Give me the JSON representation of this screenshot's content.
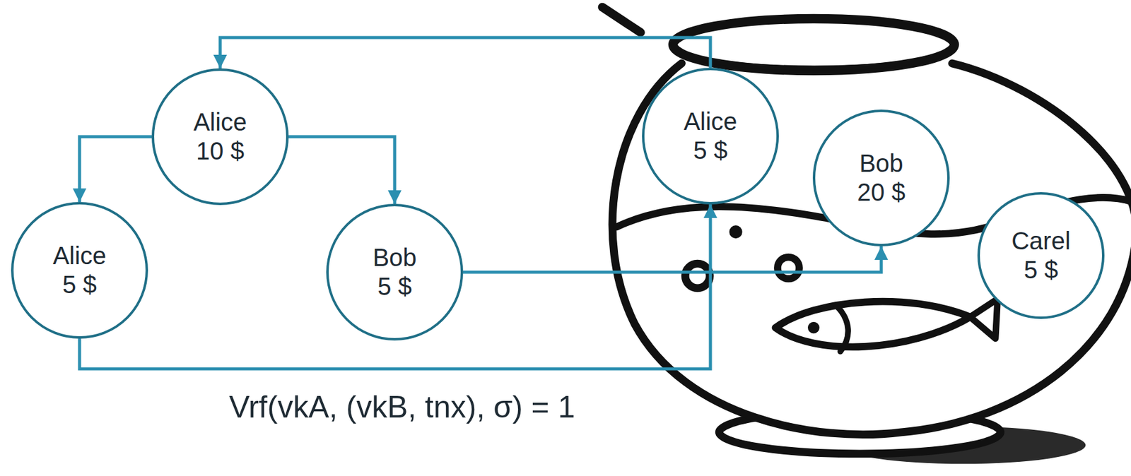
{
  "diagram": {
    "nodes": [
      {
        "text": [
          "Alice",
          "10 $"
        ]
      },
      {
        "text": [
          "Alice",
          "5 $"
        ]
      },
      {
        "text": [
          "Bob",
          "5 $"
        ]
      },
      {
        "text": [
          "Alice",
          "5 $"
        ]
      },
      {
        "text": [
          "Bob",
          "20 $"
        ]
      },
      {
        "text": [
          "Carel",
          "5 $"
        ]
      }
    ],
    "edges": [
      {
        "from": 3,
        "to": 0,
        "arrow": "to"
      },
      {
        "from": 0,
        "to": 1,
        "arrow": "to"
      },
      {
        "from": 0,
        "to": 2,
        "arrow": "to"
      },
      {
        "from": 1,
        "to": 3,
        "arrow": "to"
      },
      {
        "from": 2,
        "to": 4,
        "arrow": "to"
      }
    ],
    "labels": [
      "Vrf(vkA, (vkB, tnx), σ) = 1"
    ]
  }
}
